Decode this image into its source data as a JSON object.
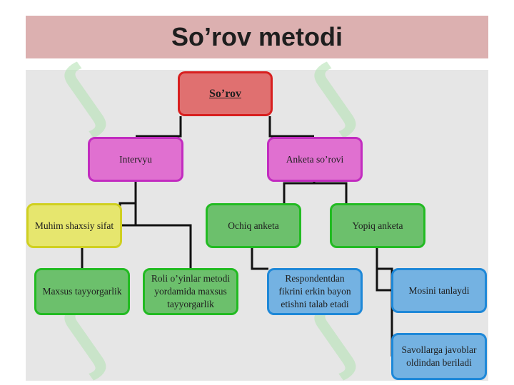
{
  "slide": {
    "title": "So’rov metodi"
  },
  "diagram": {
    "root": "So’rov",
    "interview": "Intervyu",
    "questionnaire": "Anketa so’rovi",
    "personal_qualities": "Muhim shaxsiy sifat",
    "special_training": "Maxsus tayyorgarlik",
    "role_play_training": "Roli o’yinlar metodi yordamida maxsus tayyorgarlik",
    "open_questionnaire": "Ochiq anketa",
    "closed_questionnaire": "Yopiq anketa",
    "open_desc": "Respondentdan fikrini erkin bayon etishni talab etadi",
    "closed_choice": "Mosini tanlaydi",
    "closed_answers": "Savollarga javoblar oldindan beriladi"
  },
  "colors": {
    "title_bar": "#dcb0b0",
    "root": "#e07070",
    "level1": "#e070d0",
    "yellow": "#e6e66e",
    "green": "#6cc06c",
    "blue": "#74b2e2"
  },
  "watermark_icon": "sofit-logo-watermark"
}
